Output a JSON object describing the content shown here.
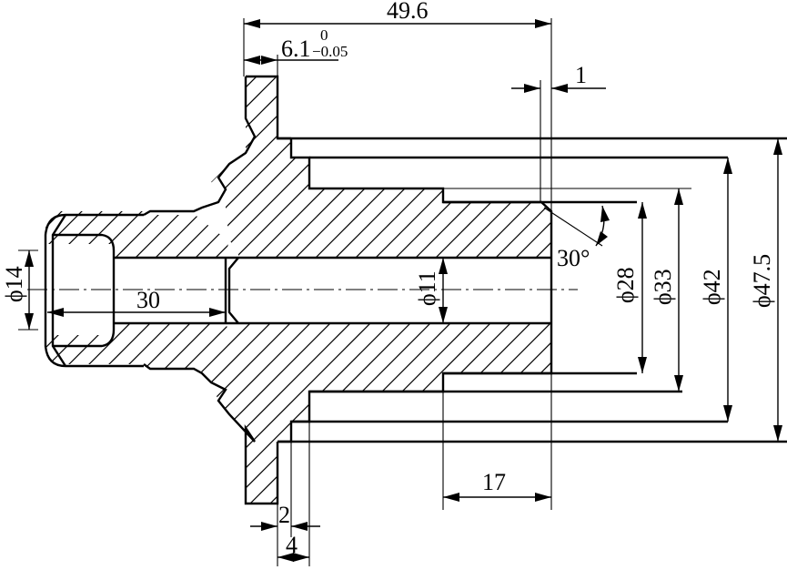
{
  "dimensions": {
    "overall_length": "49.6",
    "flange_thickness": "6.1",
    "flange_tol_upper": "0",
    "flange_tol_lower": "−0.05",
    "chamfer_width": "1",
    "chamfer_angle": "30°",
    "dia_14": "ϕ14",
    "len_30": "30",
    "dia_11": "ϕ11",
    "dia_28": "ϕ28",
    "dia_33": "ϕ33",
    "dia_42": "ϕ42",
    "dia_47_5": "ϕ47.5",
    "len_17": "17",
    "len_2": "2",
    "len_4": "4"
  }
}
